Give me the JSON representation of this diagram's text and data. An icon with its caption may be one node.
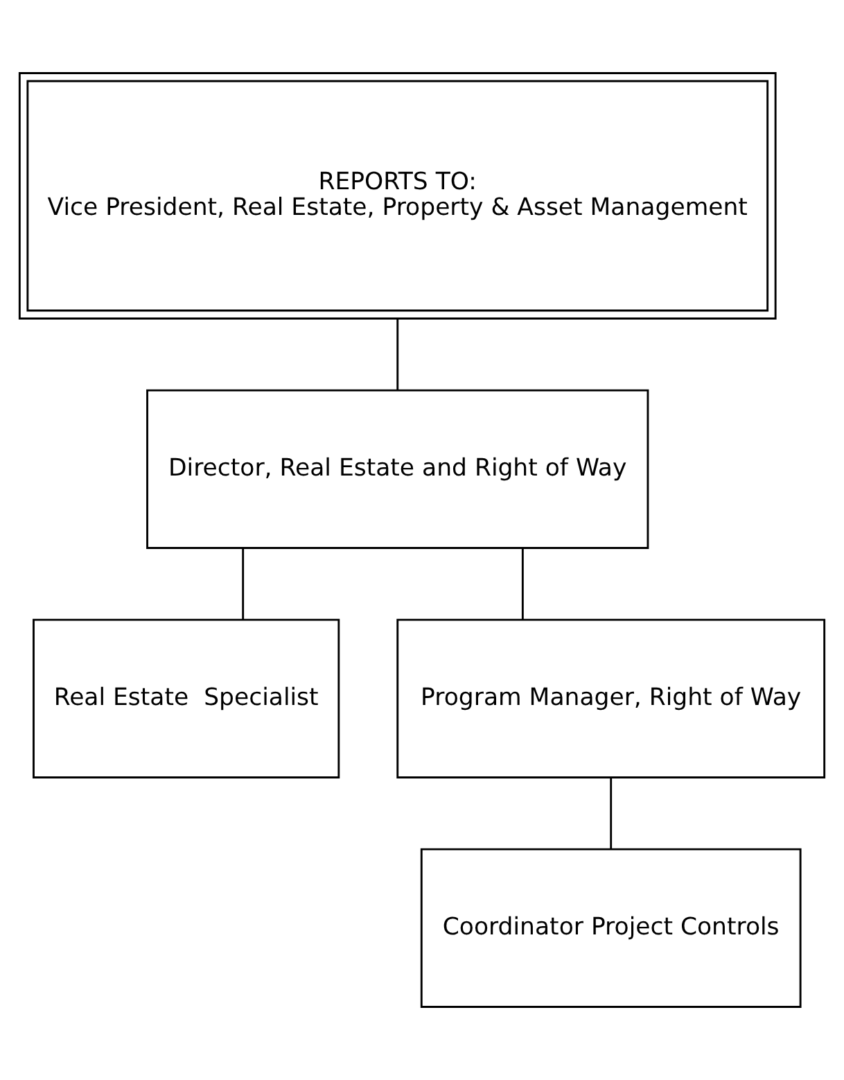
{
  "diagram": {
    "nodes": [
      {
        "text": [
          "REPORTS TO:",
          "Vice President, Real Estate, Property & Asset Management"
        ]
      },
      {
        "text": [
          "Director, Real Estate and Right of Way"
        ]
      },
      {
        "text": [
          "Real Estate  Specialist"
        ]
      },
      {
        "text": [
          "Program Manager, Right of Way"
        ]
      },
      {
        "text": [
          "Coordinator Project Controls"
        ]
      }
    ],
    "edges": [
      {
        "from": 0,
        "to": 1,
        "arrow": "none"
      },
      {
        "from": 1,
        "to": 2,
        "arrow": "none"
      },
      {
        "from": 1,
        "to": 3,
        "arrow": "none"
      },
      {
        "from": 3,
        "to": 4,
        "arrow": "none"
      }
    ]
  }
}
